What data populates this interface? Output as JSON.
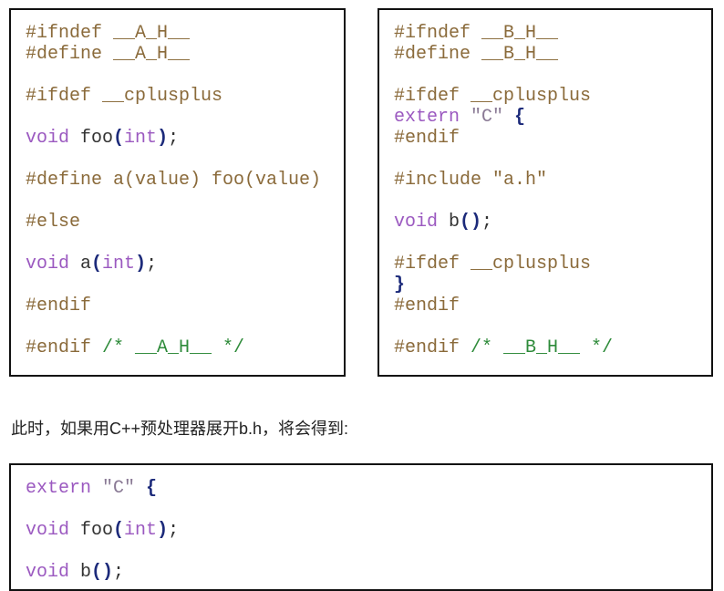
{
  "blocks": {
    "a_h": [
      [
        [
          "#ifndef __A_H__",
          "pp"
        ]
      ],
      [
        [
          "#define __A_H__",
          "pp"
        ]
      ],
      [],
      [
        [
          "#ifdef __cplusplus",
          "pp"
        ]
      ],
      [],
      [
        [
          "void",
          "kw"
        ],
        [
          " foo",
          "plain"
        ],
        [
          "(",
          "paren"
        ],
        [
          "int",
          "kw"
        ],
        [
          ")",
          "paren"
        ],
        [
          ";",
          "plain"
        ]
      ],
      [],
      [
        [
          "#define a(value) foo(value)",
          "pp"
        ]
      ],
      [],
      [
        [
          "#else",
          "pp"
        ]
      ],
      [],
      [
        [
          "void",
          "kw"
        ],
        [
          " a",
          "plain"
        ],
        [
          "(",
          "paren"
        ],
        [
          "int",
          "kw"
        ],
        [
          ")",
          "paren"
        ],
        [
          ";",
          "plain"
        ]
      ],
      [],
      [
        [
          "#endif",
          "pp"
        ]
      ],
      [],
      [
        [
          "#endif ",
          "pp"
        ],
        [
          "/* __A_H__ */",
          "cm"
        ]
      ]
    ],
    "b_h": [
      [
        [
          "#ifndef __B_H__",
          "pp"
        ]
      ],
      [
        [
          "#define __B_H__",
          "pp"
        ]
      ],
      [],
      [
        [
          "#ifdef __cplusplus",
          "pp"
        ]
      ],
      [
        [
          "extern",
          "kw"
        ],
        [
          " \"C\" ",
          "str"
        ],
        [
          "{",
          "paren"
        ]
      ],
      [
        [
          "#endif",
          "pp"
        ]
      ],
      [],
      [
        [
          "#include \"a.h\"",
          "pp"
        ]
      ],
      [],
      [
        [
          "void",
          "kw"
        ],
        [
          " b",
          "plain"
        ],
        [
          "()",
          "paren"
        ],
        [
          ";",
          "plain"
        ]
      ],
      [],
      [
        [
          "#ifdef __cplusplus",
          "pp"
        ]
      ],
      [
        [
          "}",
          "paren"
        ]
      ],
      [
        [
          "#endif",
          "pp"
        ]
      ],
      [],
      [
        [
          "#endif ",
          "pp"
        ],
        [
          "/* __B_H__ */",
          "cm"
        ]
      ]
    ],
    "expanded": [
      [
        [
          "extern",
          "kw"
        ],
        [
          " \"C\" ",
          "str"
        ],
        [
          "{",
          "paren"
        ]
      ],
      [],
      [
        [
          "void",
          "kw"
        ],
        [
          " foo",
          "plain"
        ],
        [
          "(",
          "paren"
        ],
        [
          "int",
          "kw"
        ],
        [
          ")",
          "paren"
        ],
        [
          ";",
          "plain"
        ]
      ],
      [],
      [
        [
          "void",
          "kw"
        ],
        [
          " b",
          "plain"
        ],
        [
          "()",
          "paren"
        ],
        [
          ";",
          "plain"
        ]
      ]
    ]
  },
  "sentence": "此时，如果用C++预处理器展开b.h，将会得到:",
  "colors": {
    "preprocessor": "#8a6a3a",
    "keyword": "#9b59c0",
    "paren": "#1c2a7a",
    "string": "#8a7a95",
    "comment": "#2e8b3a"
  }
}
